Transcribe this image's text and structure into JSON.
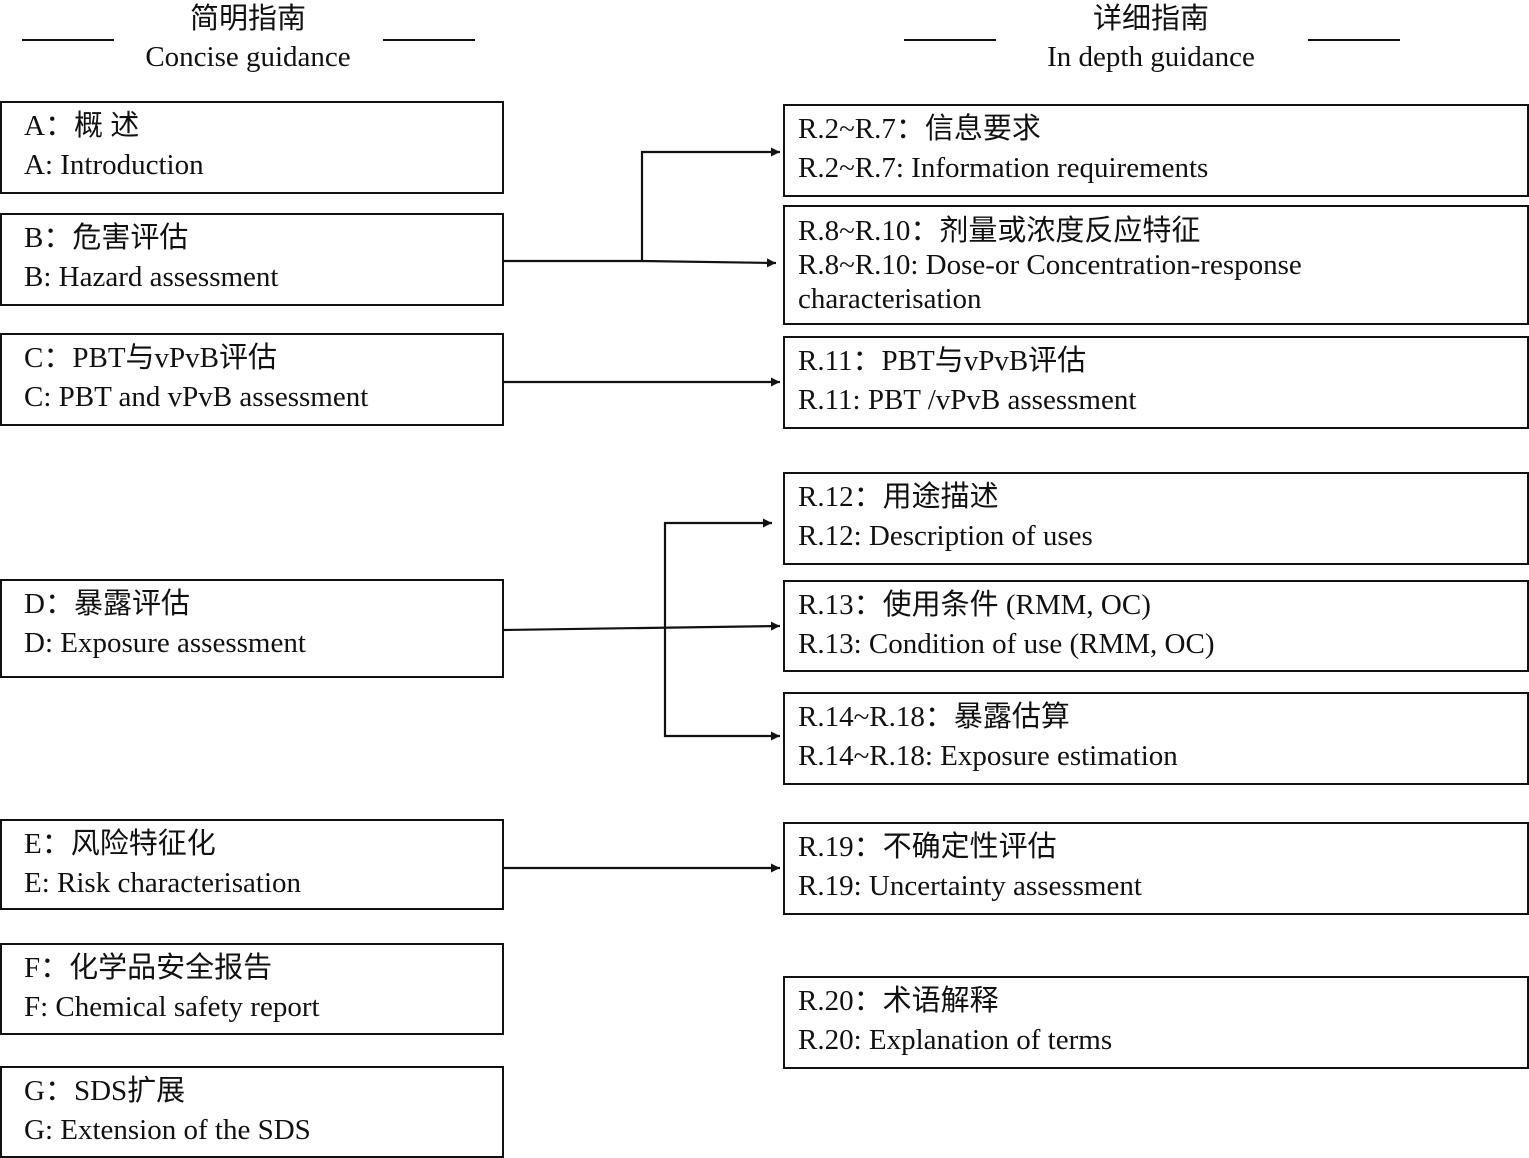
{
  "headers": {
    "left": {
      "zh": "简明指南",
      "en": "Concise guidance"
    },
    "right": {
      "zh": "详细指南",
      "en": "In depth guidance"
    }
  },
  "concise": [
    {
      "zh": "A：概 述",
      "en": "A: Introduction"
    },
    {
      "zh": "B：危害评估",
      "en": "B: Hazard assessment"
    },
    {
      "zh": "C：PBT与vPvB评估",
      "en": "C: PBT and vPvB assessment"
    },
    {
      "zh": "D：暴露评估",
      "en": "D: Exposure assessment"
    },
    {
      "zh": "E：风险特征化",
      "en": "E: Risk characterisation"
    },
    {
      "zh": "F：化学品安全报告",
      "en": "F: Chemical safety report"
    },
    {
      "zh": "G：SDS扩展",
      "en": "G: Extension of the SDS"
    }
  ],
  "detailed": [
    {
      "zh": "R.2~R.7：信息要求",
      "en": "R.2~R.7: Information requirements"
    },
    {
      "zh": "R.8~R.10：剂量或浓度反应特征",
      "en": "R.8~R.10: Dose-or Concentration-response",
      "en2": "characterisation"
    },
    {
      "zh": "R.11：PBT与vPvB评估",
      "en": "R.11: PBT /vPvB assessment"
    },
    {
      "zh": "R.12：用途描述",
      "en": "R.12: Description of uses"
    },
    {
      "zh": "R.13：使用条件 (RMM, OC)",
      "en": "R.13: Condition of use (RMM, OC)"
    },
    {
      "zh": "R.14~R.18：暴露估算",
      "en": "R.14~R.18: Exposure estimation"
    },
    {
      "zh": "R.19：不确定性评估",
      "en": "R.19: Uncertainty assessment"
    },
    {
      "zh": "R.20：术语解释",
      "en": "R.20: Explanation of terms"
    }
  ],
  "links": [
    {
      "from": "B",
      "to": [
        "R.2~R.7",
        "R.8~R.10"
      ]
    },
    {
      "from": "C",
      "to": [
        "R.11"
      ]
    },
    {
      "from": "D",
      "to": [
        "R.12",
        "R.13",
        "R.14~R.18"
      ]
    },
    {
      "from": "E",
      "to": [
        "R.19"
      ]
    }
  ]
}
